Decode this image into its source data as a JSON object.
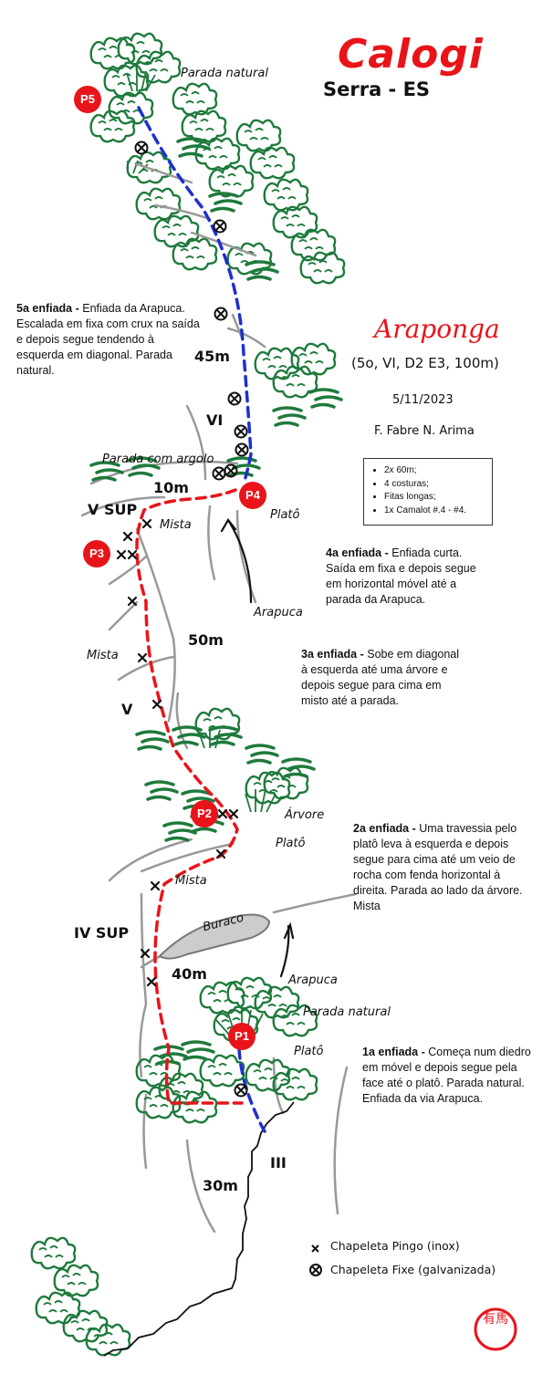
{
  "header": {
    "title": "Calogi",
    "subtitle": "Serra - ES"
  },
  "route": {
    "name": "Araponga",
    "grade": "(5o, VI, D2 E3, 100m)",
    "date": "5/11/2023",
    "authors": "F. Fabre N. Arima"
  },
  "gear": {
    "items": [
      "2x 60m;",
      "4 costuras;",
      "Fitas longas;",
      "1x Camalot #.4 - #4."
    ]
  },
  "belays": {
    "p1": "P1",
    "p2": "P2",
    "p3": "P3",
    "p4": "P4",
    "p5": "P5"
  },
  "labels": {
    "parada_natural_top": "Parada natural",
    "parada_natural_p1": "Parada natural",
    "parada_com_argolo": "Parada com argolo",
    "plato_p4": "Platô",
    "plato_p2": "Platô",
    "plato_p1": "Platô",
    "mista_p3": "Mista",
    "mista_mid": "Mista",
    "mista_p2": "Mista",
    "arvore": "Árvore",
    "buraco": "Buraco",
    "arapuca_upper": "Arapuca",
    "arapuca_lower": "Arapuca"
  },
  "grades": {
    "g45m": "45m",
    "vi": "VI",
    "g10m": "10m",
    "vsup": "V SUP",
    "g50m": "50m",
    "v": "V",
    "ivsup": "IV SUP",
    "g40m": "40m",
    "iii": "III",
    "g30m": "30m"
  },
  "pitches": [
    {
      "heading": "5a enfiada -",
      "text": " Enfiada da Arapuca. Escalada em fixa com crux na saída e depois segue tendendo à esquerda em diagonal. Parada natural."
    },
    {
      "heading": "4a enfiada -",
      "text": " Enfiada curta. Saída em fixa e depois segue em horizontal móvel até a parada da Arapuca."
    },
    {
      "heading": "3a enfiada -",
      "text": " Sobe em diagonal à esquerda até uma árvore e depois segue para cima em misto até a parada."
    },
    {
      "heading": "2a enfiada -",
      "text": " Uma travessia pelo platô leva à esquerda e depois segue para cima até um veio de rocha com fenda horizontal à direita. Parada ao lado da árvore. Mista"
    },
    {
      "heading": "1a enfiada -",
      "text": " Começa num diedro em móvel e depois segue pela face até o platô. Parada natural. Enfiada da via Arapuca."
    }
  ],
  "legend": {
    "pingo": "Chapeleta Pingo (inox)",
    "fixe": "Chapeleta Fixe (galvanizada)"
  },
  "stamp": {
    "text": "有馬"
  },
  "colors": {
    "accent_red": "#e8141a",
    "route_blue": "#1f2fd0",
    "vegetation": "#1e7a3c",
    "rock_line": "#999999",
    "ink": "#111111"
  },
  "icons": {
    "pingo": "x-mark-icon",
    "fixe": "circled-x-icon"
  }
}
